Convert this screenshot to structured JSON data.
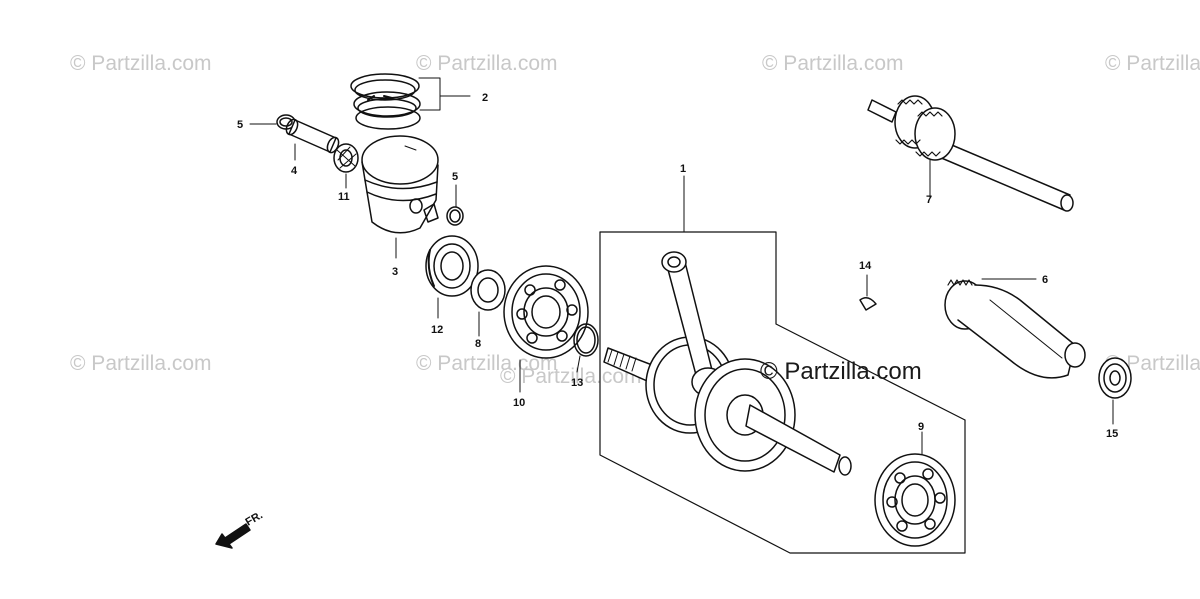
{
  "watermarks": [
    "© Partzilla.com",
    "© Partzilla.com",
    "© Partzilla.com",
    "© Partzilla.com",
    "© Partzilla.com",
    "© Partzilla.com",
    "© Partzilla.com",
    "© Partzilla.com"
  ],
  "watermark_main": "© Partzilla.com",
  "callouts": {
    "c1": "1",
    "c2": "2",
    "c3": "3",
    "c4": "4",
    "c5a": "5",
    "c5b": "5",
    "c6": "6",
    "c7": "7",
    "c8": "8",
    "c9": "9",
    "c10": "10",
    "c11": "11",
    "c12": "12",
    "c13": "13",
    "c14": "14",
    "c15": "15"
  },
  "front_indicator": "FR."
}
